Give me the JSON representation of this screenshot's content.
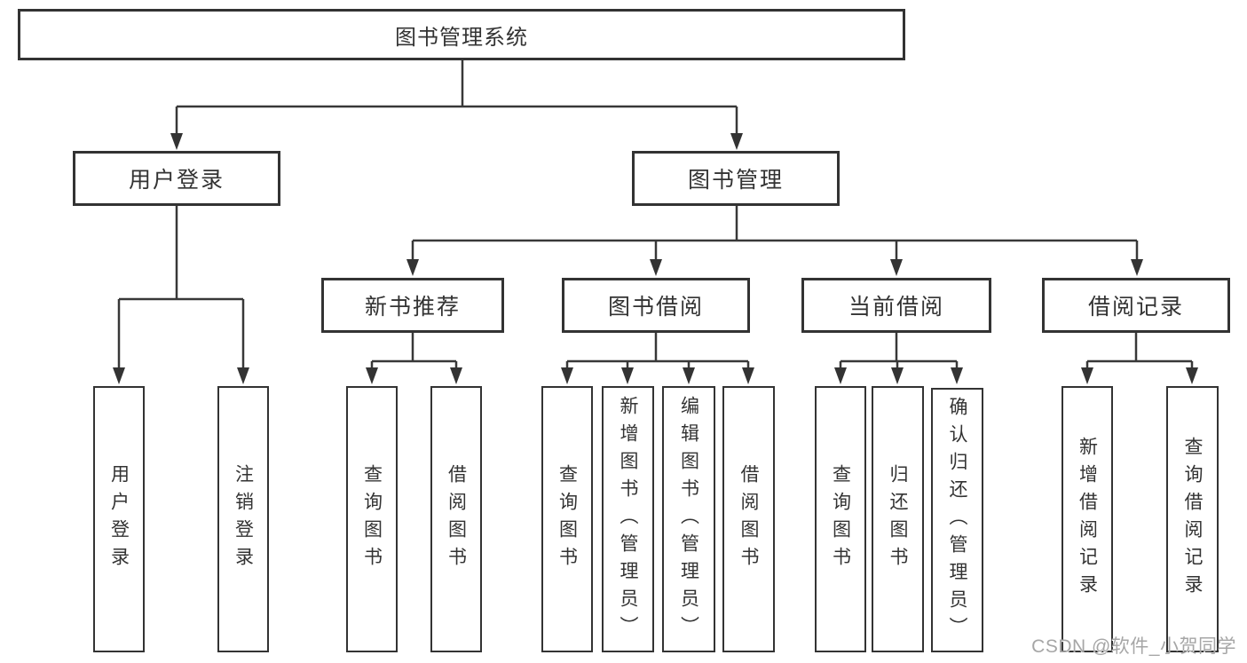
{
  "tree": {
    "label": "图书管理系统",
    "children": [
      {
        "label": "用户登录",
        "children": [
          {
            "label": "用户登录"
          },
          {
            "label": "注销登录"
          }
        ]
      },
      {
        "label": "图书管理",
        "children": [
          {
            "label": "新书推荐",
            "children": [
              {
                "label": "查询图书"
              },
              {
                "label": "借阅图书"
              }
            ]
          },
          {
            "label": "图书借阅",
            "children": [
              {
                "label": "查询图书"
              },
              {
                "label": "新增图书（管理员）"
              },
              {
                "label": "编辑图书（管理员）"
              },
              {
                "label": "借阅图书"
              }
            ]
          },
          {
            "label": "当前借阅",
            "children": [
              {
                "label": "查询图书"
              },
              {
                "label": "归还图书"
              },
              {
                "label": "确认归还（管理员）"
              }
            ]
          },
          {
            "label": "借阅记录",
            "children": [
              {
                "label": "新增借阅记录"
              },
              {
                "label": "查询借阅记录"
              }
            ]
          }
        ]
      }
    ]
  },
  "watermark": {
    "text": "CSDN @软件_小贺同学"
  },
  "colors": {
    "line": "#383838",
    "border": "#333333",
    "text": "#333333",
    "watermark": "#a6a6a6",
    "background": "#ffffff"
  }
}
